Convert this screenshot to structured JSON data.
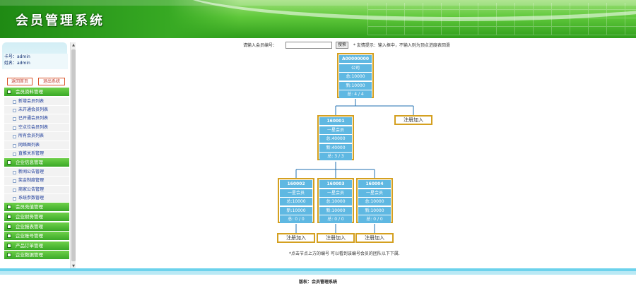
{
  "header": {
    "title": "会员管理系统"
  },
  "user": {
    "id_line": "卡号：admin",
    "name_line": "姓名：admin"
  },
  "quick": {
    "home": "返回首页",
    "logout": "退出系统"
  },
  "menu": [
    {
      "label": "会员资料管理",
      "items": [
        "新增会员列表",
        "未开通会员列表",
        "已开通会员列表",
        "空点位会员列表",
        "所有会员列表",
        "网络图列表",
        "直推关系管理"
      ]
    },
    {
      "label": "企业信息管理",
      "items": [
        "新闻公告管理",
        "奖金制度管理",
        "商家公告管理",
        "系统参数管理"
      ]
    },
    {
      "label": "会员充值管理",
      "items": []
    },
    {
      "label": "企业财务管理",
      "items": []
    },
    {
      "label": "企业报表管理",
      "items": []
    },
    {
      "label": "企业账号管理",
      "items": []
    },
    {
      "label": "产品订单管理",
      "items": []
    },
    {
      "label": "企业数据管理",
      "items": []
    }
  ],
  "search": {
    "label": "请输入会员编号：",
    "value": "",
    "button": "搜索",
    "tip": "* 友情提示：输入框中，不输入则为顶点进度表回滑"
  },
  "tree": {
    "root": {
      "id": "A00000000",
      "level": "公司",
      "total": "总:10000",
      "new": "新:10000",
      "count": "总: 4 / 4"
    },
    "level1": {
      "id": "160001",
      "level": "一星会员",
      "total": "总:40000",
      "new": "新:40000",
      "count": "总: 3 / 3"
    },
    "level2": [
      {
        "id": "160002",
        "level": "一星会员",
        "total": "总:10000",
        "new": "新:10000",
        "count": "总: 0 / 0"
      },
      {
        "id": "160003",
        "level": "一星会员",
        "total": "总:10000",
        "new": "新:10000",
        "count": "总: 0 / 0"
      },
      {
        "id": "160004",
        "level": "一星会员",
        "total": "总:10000",
        "new": "新:10000",
        "count": "总: 0 / 0"
      }
    ],
    "register_label": "注册加入"
  },
  "note": "*点击节点上方的编号 可以看到该编号会员的团队以下下属.",
  "footer": {
    "copyright": "版权：会员管理系统"
  },
  "colors": {
    "header_green": "#3aa927",
    "node_border": "#d4a020",
    "node_cell": "#5fb8e2",
    "connector": "#1f6fb0"
  }
}
